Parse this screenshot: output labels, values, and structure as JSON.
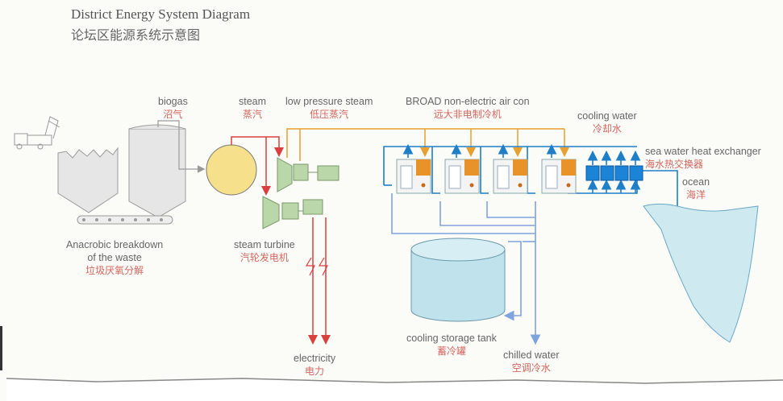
{
  "title": "District Energy System Diagram",
  "subtitle": "论坛区能源系统示意图",
  "labels": {
    "biogas": {
      "en": "biogas",
      "cn": "沼气"
    },
    "steam": {
      "en": "steam",
      "cn": "蒸汽"
    },
    "low_pressure_steam": {
      "en": "low pressure steam",
      "cn": "低压蒸汽"
    },
    "broad": {
      "en": "BROAD non-electric air con",
      "cn": "远大非电制冷机"
    },
    "cooling_water": {
      "en": "cooling water",
      "cn": "冷却水"
    },
    "sea_water": {
      "en": "sea water heat exchanger",
      "cn": "海水热交换器"
    },
    "ocean": {
      "en": "ocean",
      "cn": "海洋"
    },
    "anaerobic": {
      "en1": "Anacrobic breakdown",
      "en2": "of the waste",
      "cn": "垃圾厌氧分解"
    },
    "steam_turbine": {
      "en": "steam turbine",
      "cn": "汽轮发电机"
    },
    "electricity": {
      "en": "electricity",
      "cn": "电力"
    },
    "cooling_storage": {
      "en": "cooling storage tank",
      "cn": "蓄冷罐"
    },
    "chilled_water": {
      "en": "chilled water",
      "cn": "空调冷水"
    }
  },
  "colors": {
    "steam": "#d94040",
    "low_pressure_steam": "#e8a030",
    "cooling_water": "#1f7ec8",
    "chilled_water": "#7fa3de",
    "equipment_green": "#b9d7a8",
    "digester_tank": "#e6e6e6",
    "generator_yellow": "#f6e08c",
    "storage_tank": "#bfe2ec",
    "ocean": "#cfe9f1",
    "heat_exchanger": "#1c84d6",
    "aircon_unit": "#e8922a"
  }
}
